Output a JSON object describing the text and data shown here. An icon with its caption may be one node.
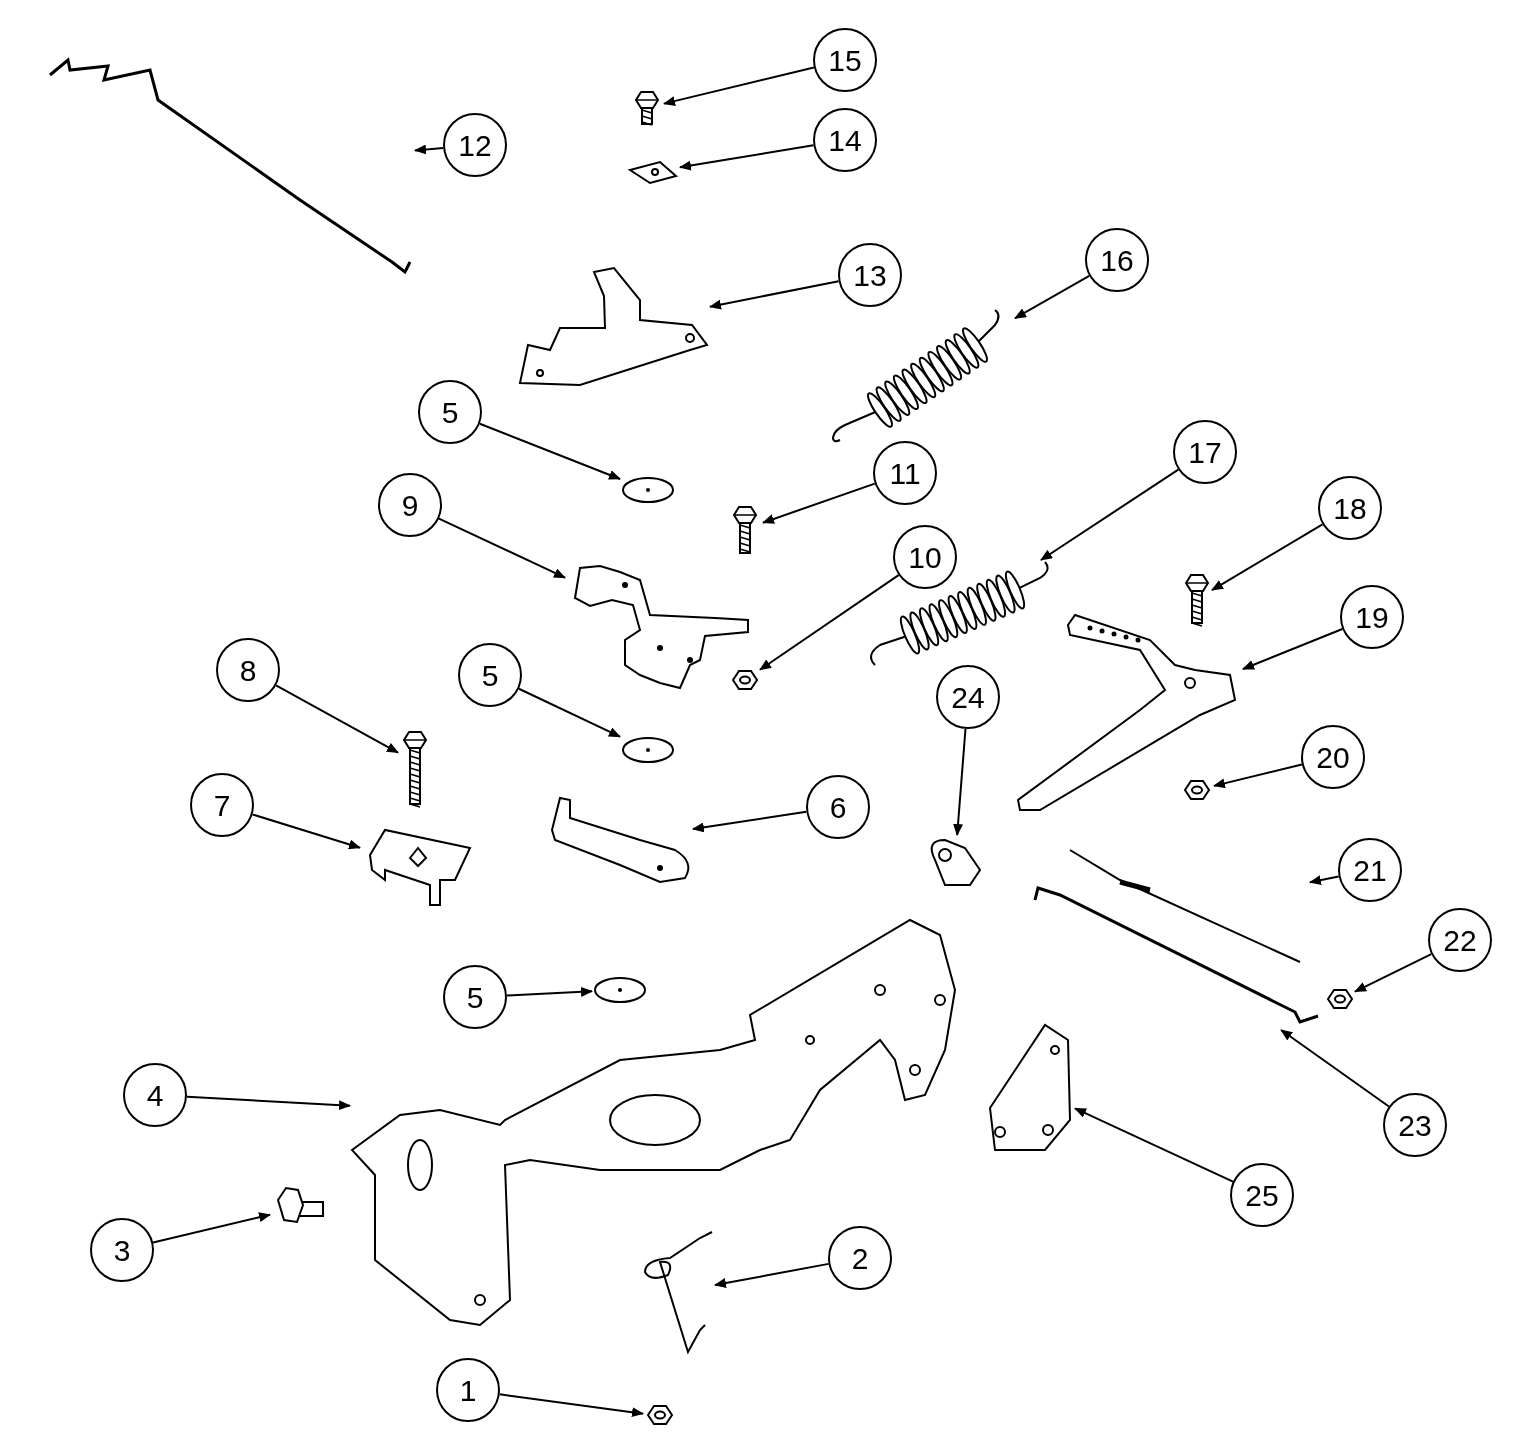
{
  "diagram": {
    "nodes": [
      {
        "text": [
          "15"
        ]
      },
      {
        "text": [
          "14"
        ]
      },
      {
        "text": [
          "12"
        ]
      },
      {
        "text": [
          "13"
        ]
      },
      {
        "text": [
          "16"
        ]
      },
      {
        "text": [
          "5"
        ]
      },
      {
        "text": [
          "11"
        ]
      },
      {
        "text": [
          "17"
        ]
      },
      {
        "text": [
          "18"
        ]
      },
      {
        "text": [
          "9"
        ]
      },
      {
        "text": [
          "10"
        ]
      },
      {
        "text": [
          "19"
        ]
      },
      {
        "text": [
          "8"
        ]
      },
      {
        "text": [
          "5"
        ]
      },
      {
        "text": [
          "24"
        ]
      },
      {
        "text": [
          "20"
        ]
      },
      {
        "text": [
          "7"
        ]
      },
      {
        "text": [
          "6"
        ]
      },
      {
        "text": [
          "21"
        ]
      },
      {
        "text": [
          "22"
        ]
      },
      {
        "text": [
          "5"
        ]
      },
      {
        "text": [
          "23"
        ]
      },
      {
        "text": [
          "4"
        ]
      },
      {
        "text": [
          "25"
        ]
      },
      {
        "text": [
          "3"
        ]
      },
      {
        "text": [
          "2"
        ]
      },
      {
        "text": [
          "1"
        ]
      },
      {
        "text": [],
        "shape": "picture"
      },
      {
        "text": [],
        "shape": "picture"
      },
      {
        "text": [],
        "shape": "picture"
      },
      {
        "text": [],
        "shape": "picture"
      },
      {
        "text": [],
        "shape": "picture"
      },
      {
        "text": [],
        "shape": "picture"
      },
      {
        "text": [],
        "shape": "picture"
      },
      {
        "text": [],
        "shape": "picture"
      },
      {
        "text": [],
        "shape": "picture"
      },
      {
        "text": [],
        "shape": "picture"
      },
      {
        "text": [],
        "shape": "picture"
      },
      {
        "text": [],
        "shape": "picture"
      },
      {
        "text": [],
        "shape": "picture"
      },
      {
        "text": [],
        "shape": "picture"
      },
      {
        "text": [],
        "shape": "picture"
      },
      {
        "text": [],
        "shape": "picture"
      },
      {
        "text": [],
        "shape": "picture"
      },
      {
        "text": [],
        "shape": "picture"
      },
      {
        "text": [],
        "shape": "picture"
      },
      {
        "text": [],
        "shape": "picture"
      },
      {
        "text": [],
        "shape": "picture"
      },
      {
        "text": [],
        "shape": "picture"
      },
      {
        "text": [],
        "shape": "picture"
      },
      {
        "text": [],
        "shape": "picture"
      },
      {
        "text": [],
        "shape": "picture"
      },
      {
        "text": [],
        "shape": "picture"
      },
      {
        "text": [],
        "shape": "picture"
      }
    ],
    "edges": [
      {
        "from": 0,
        "to": 27,
        "arrow": "to"
      },
      {
        "from": 1,
        "to": 28,
        "arrow": "to"
      },
      {
        "from": 2,
        "to": 29,
        "arrow": "to"
      },
      {
        "from": 3,
        "to": 30,
        "arrow": "to"
      },
      {
        "from": 4,
        "to": 31,
        "arrow": "to"
      },
      {
        "from": 5,
        "to": 32,
        "arrow": "to"
      },
      {
        "from": 6,
        "to": 33,
        "arrow": "to"
      },
      {
        "from": 7,
        "to": 34,
        "arrow": "to"
      },
      {
        "from": 8,
        "to": 35,
        "arrow": "to"
      },
      {
        "from": 9,
        "to": 36,
        "arrow": "to"
      },
      {
        "from": 10,
        "to": 37,
        "arrow": "to"
      },
      {
        "from": 11,
        "to": 38,
        "arrow": "to"
      },
      {
        "from": 12,
        "to": 39,
        "arrow": "to"
      },
      {
        "from": 13,
        "to": 40,
        "arrow": "to"
      },
      {
        "from": 14,
        "to": 41,
        "arrow": "to"
      },
      {
        "from": 15,
        "to": 42,
        "arrow": "to"
      },
      {
        "from": 16,
        "to": 43,
        "arrow": "to"
      },
      {
        "from": 17,
        "to": 44,
        "arrow": "to"
      },
      {
        "from": 18,
        "to": 45,
        "arrow": "to"
      },
      {
        "from": 19,
        "to": 46,
        "arrow": "to"
      },
      {
        "from": 20,
        "to": 47,
        "arrow": "to"
      },
      {
        "from": 21,
        "to": 48,
        "arrow": "to"
      },
      {
        "from": 22,
        "to": 49,
        "arrow": "to"
      },
      {
        "from": 23,
        "to": 50,
        "arrow": "to"
      },
      {
        "from": 24,
        "to": 51,
        "arrow": "to"
      },
      {
        "from": 25,
        "to": 52,
        "arrow": "to"
      },
      {
        "from": 26,
        "to": 53,
        "arrow": "to"
      }
    ]
  }
}
